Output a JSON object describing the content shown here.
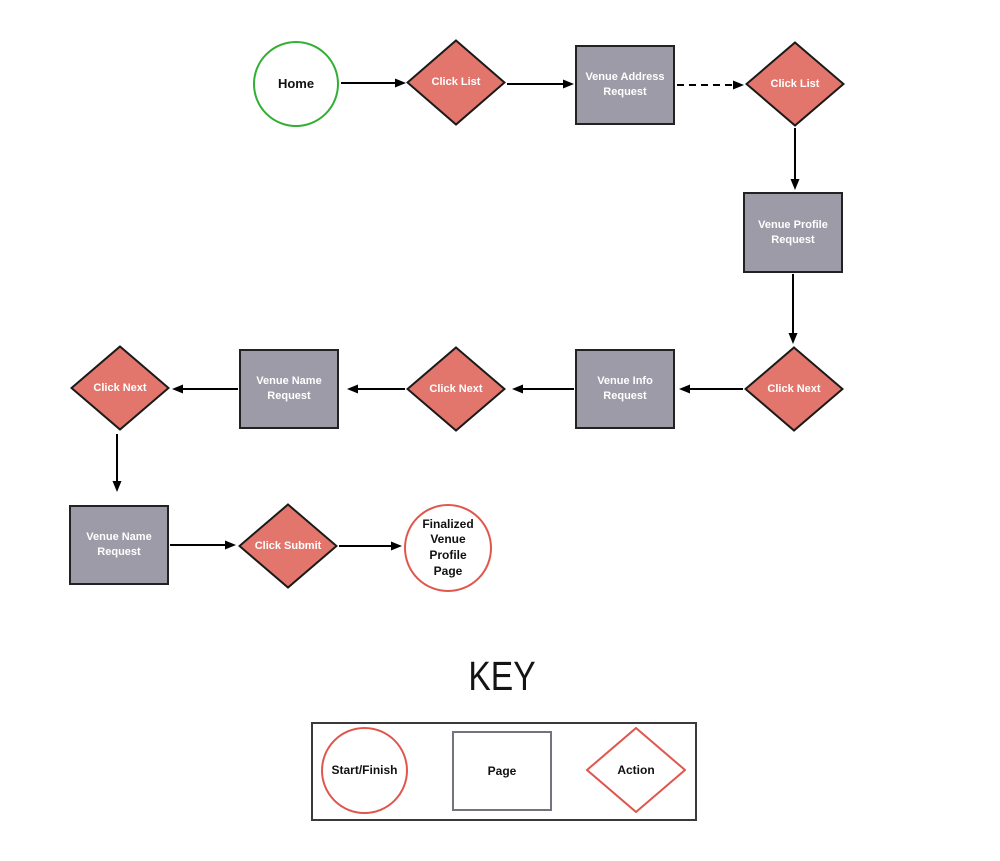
{
  "diagram": {
    "nodes": {
      "home": "Home",
      "click_list_1": "Click List",
      "venue_address": "Venue Address Request",
      "click_list_2": "Click List",
      "venue_profile": "Venue Profile Request",
      "click_next_1": "Click Next",
      "venue_info": "Venue Info Request",
      "click_next_2": "Click Next",
      "venue_name_1": "Venue Name Request",
      "click_next_3": "Click Next",
      "venue_name_2": "Venue Name Request",
      "click_submit": "Click Submit",
      "finalized": "Finalized Venue Profile Page"
    },
    "colors": {
      "action_fill": "#e2766c",
      "action_border": "#1a1a1a",
      "page_fill": "#9d9ba8",
      "page_border": "#222222",
      "start_circle_border": "#32af32",
      "finish_circle_border": "#df574c",
      "arrow": "#000000",
      "key_outline_red": "#df574c",
      "key_page_border": "#73737d"
    }
  },
  "key": {
    "title": "KEY",
    "items": [
      {
        "shape": "circle",
        "label": "Start/Finish"
      },
      {
        "shape": "rect",
        "label": "Page"
      },
      {
        "shape": "diamond",
        "label": "Action"
      }
    ]
  }
}
